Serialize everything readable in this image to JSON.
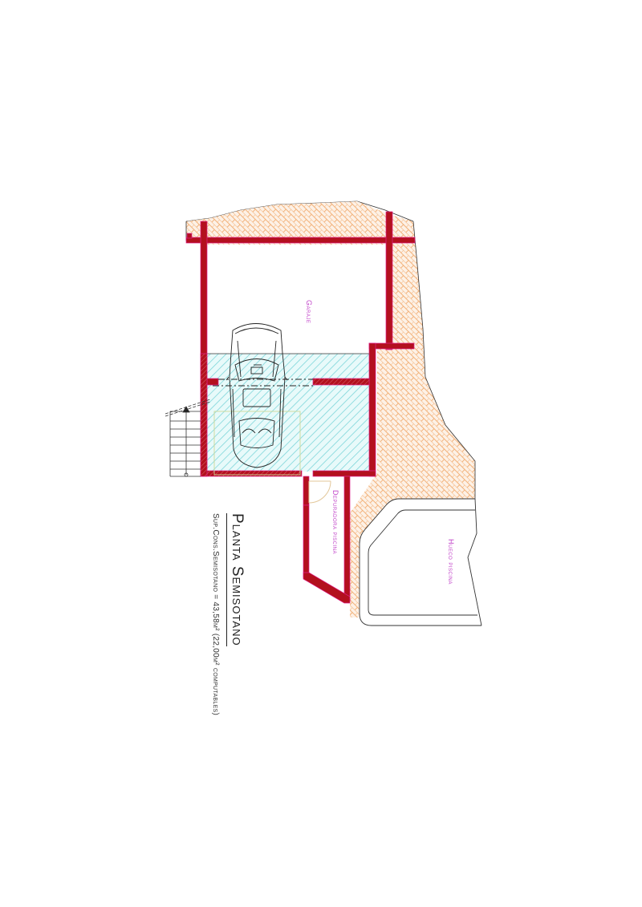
{
  "drawing": {
    "title": "Planta Semisotano",
    "surface_note": "Sup.Cons.Semisotano = 43,58m² (22,00m² computables)"
  },
  "rooms": [
    {
      "id": "garaje",
      "label": "Garaje"
    },
    {
      "id": "depuradora",
      "label": "Depuradora piscina"
    },
    {
      "id": "hueco-piscina",
      "label": "Hueco piscina"
    }
  ],
  "colors": {
    "wall": "#b3101e",
    "wall_outline": "#e0208a",
    "earth_hatch": "#f2b27a",
    "earth_fill": "#fdf1e6",
    "cyan_hatch": "#6fd3d8",
    "cyan_fill": "#e4f8f8",
    "label": "#c040c8",
    "line": "#333333",
    "door": "#e3c79a"
  }
}
